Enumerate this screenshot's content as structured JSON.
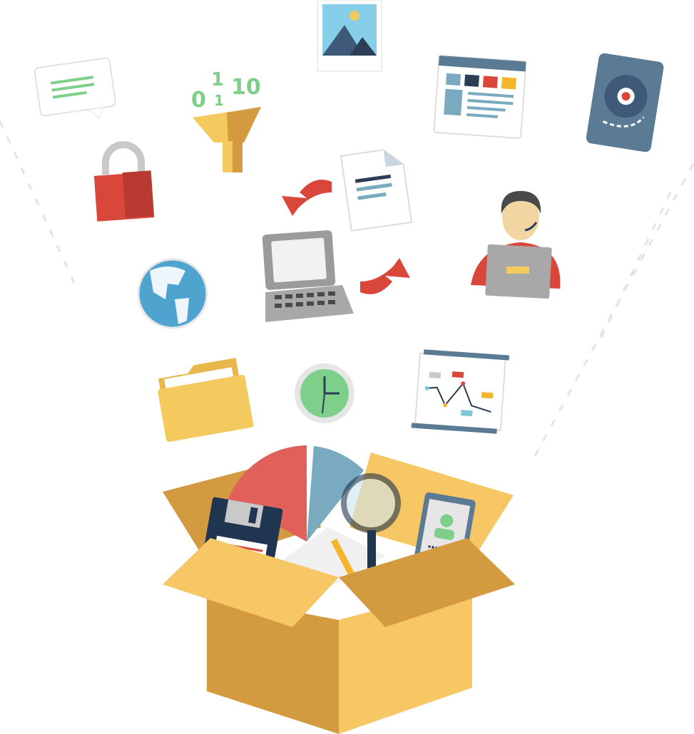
{
  "illustration": {
    "funnel_digits": [
      "0",
      "1",
      "10",
      "1"
    ]
  },
  "colors": {
    "box_light": "#f8c765",
    "box_dark": "#d49a3f",
    "red": "#d9473a",
    "blue_grey": "#5b7a94",
    "green": "#7dcf8a",
    "yellow": "#f4c95d"
  }
}
